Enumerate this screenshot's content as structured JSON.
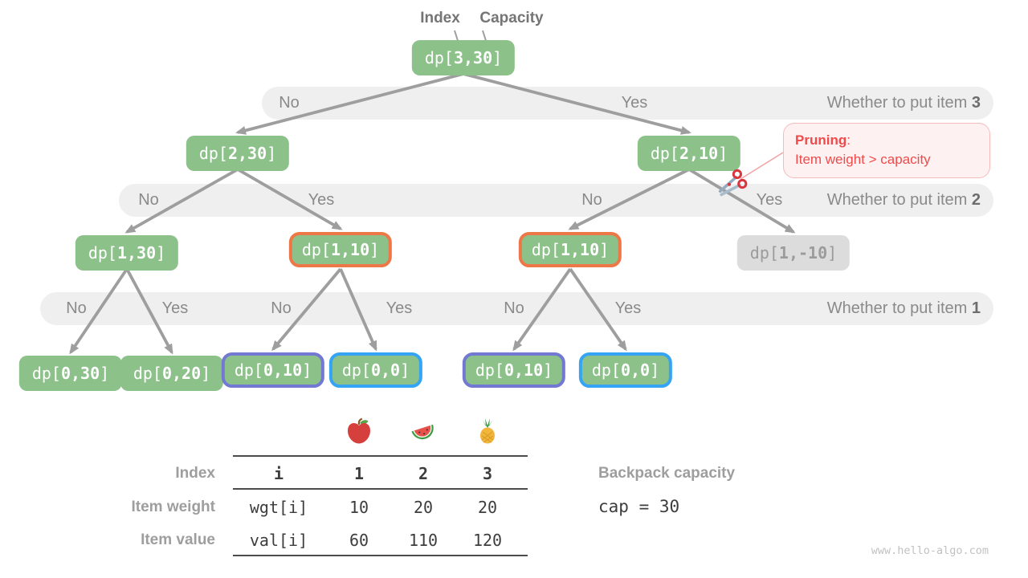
{
  "header": {
    "index_label": "Index",
    "capacity_label": "Capacity"
  },
  "tree": {
    "nodes": [
      {
        "id": "n330",
        "label": "dp[3,30]",
        "variant": "green"
      },
      {
        "id": "n230",
        "label": "dp[2,30]",
        "variant": "green"
      },
      {
        "id": "n210",
        "label": "dp[2,10]",
        "variant": "green"
      },
      {
        "id": "n130",
        "label": "dp[1,30]",
        "variant": "green"
      },
      {
        "id": "n110a",
        "label": "dp[1,10]",
        "variant": "orange"
      },
      {
        "id": "n110b",
        "label": "dp[1,10]",
        "variant": "orange"
      },
      {
        "id": "n1m10",
        "label": "dp[1,-10]",
        "variant": "gray"
      },
      {
        "id": "b030",
        "label": "dp[0,30]",
        "variant": "green"
      },
      {
        "id": "b020",
        "label": "dp[0,20]",
        "variant": "green"
      },
      {
        "id": "b010a",
        "label": "dp[0,10]",
        "variant": "purple"
      },
      {
        "id": "b000a",
        "label": "dp[0,0]",
        "variant": "blue"
      },
      {
        "id": "b010b",
        "label": "dp[0,10]",
        "variant": "purple"
      },
      {
        "id": "b000b",
        "label": "dp[0,0]",
        "variant": "blue"
      }
    ],
    "edges": [
      [
        "n330",
        "n230"
      ],
      [
        "n330",
        "n210"
      ],
      [
        "n230",
        "n130"
      ],
      [
        "n230",
        "n110a"
      ],
      [
        "n210",
        "n110b"
      ],
      [
        "n210",
        "n1m10"
      ],
      [
        "n130",
        "b030"
      ],
      [
        "n130",
        "b020"
      ],
      [
        "n110a",
        "b010a"
      ],
      [
        "n110a",
        "b000a"
      ],
      [
        "n110b",
        "b010b"
      ],
      [
        "n110b",
        "b000b"
      ]
    ]
  },
  "bands": [
    {
      "labels": [
        "No",
        "Yes"
      ],
      "title": "Whether to put item",
      "item": "3"
    },
    {
      "labels": [
        "No",
        "Yes",
        "No",
        "Yes"
      ],
      "title": "Whether to put item",
      "item": "2"
    },
    {
      "labels": [
        "No",
        "Yes",
        "No",
        "Yes",
        "No",
        "Yes"
      ],
      "title": "Whether to put item",
      "item": "1"
    }
  ],
  "pruning": {
    "title": "Pruning",
    "colon": ":",
    "description": "Item weight > capacity"
  },
  "table": {
    "fruits": [
      "apple",
      "watermelon",
      "pineapple"
    ],
    "rows": [
      {
        "label": "Index",
        "cells": [
          "i",
          "1",
          "2",
          "3"
        ],
        "header": true
      },
      {
        "label": "Item weight",
        "cells": [
          "wgt[i]",
          "10",
          "20",
          "20"
        ],
        "header": false
      },
      {
        "label": "Item value",
        "cells": [
          "val[i]",
          "60",
          "110",
          "120"
        ],
        "header": false
      }
    ]
  },
  "capacity": {
    "label": "Backpack capacity",
    "value": "cap = 30"
  },
  "watermark": "www.hello-algo.com",
  "colors": {
    "node_green": "#8cc18a",
    "highlight_orange": "#ee7747",
    "highlight_purple": "#7379d2",
    "highlight_blue": "#36a4f4",
    "node_gray": "#dcdcdc",
    "band_gray": "#efefef",
    "arrow_gray": "#9e9e9e",
    "pruning_red": "#f04a4a"
  }
}
